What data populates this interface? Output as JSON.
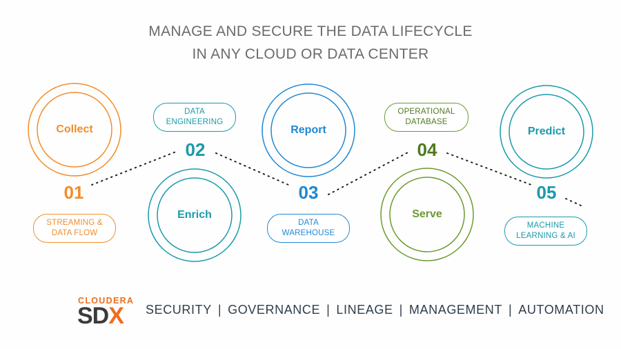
{
  "title": {
    "line1": "MANAGE AND SECURE THE DATA LIFECYCLE",
    "line2": "IN ANY CLOUD OR DATA CENTER"
  },
  "colors": {
    "orange": "#f28c28",
    "teal": "#1a9aaa",
    "blue": "#1f88d4",
    "green": "#6c9a2e",
    "dark_green": "#4f7a1f"
  },
  "steps": [
    {
      "number": "01",
      "label": "Collect",
      "pill": [
        "STREAMING &",
        "DATA FLOW"
      ],
      "color": "#f28c28"
    },
    {
      "number": "02",
      "label": "Enrich",
      "pill": [
        "DATA",
        "ENGINEERING"
      ],
      "color": "#1a9aaa"
    },
    {
      "number": "03",
      "label": "Report",
      "pill": [
        "DATA",
        "WAREHOUSE"
      ],
      "color": "#1f88d4"
    },
    {
      "number": "04",
      "label": "Serve",
      "pill": [
        "OPERATIONAL",
        "DATABASE"
      ],
      "color": "#6c9a2e"
    },
    {
      "number": "05",
      "label": "Predict",
      "pill": [
        "MACHINE",
        "LEARNING & AI"
      ],
      "color": "#1a9aaa"
    }
  ],
  "brand": {
    "top": "CLOUDERA",
    "sd": "SD",
    "x": "X"
  },
  "capabilities": [
    "SECURITY",
    "GOVERNANCE",
    "LINEAGE",
    "MANAGEMENT",
    "AUTOMATION"
  ],
  "separator": "|"
}
